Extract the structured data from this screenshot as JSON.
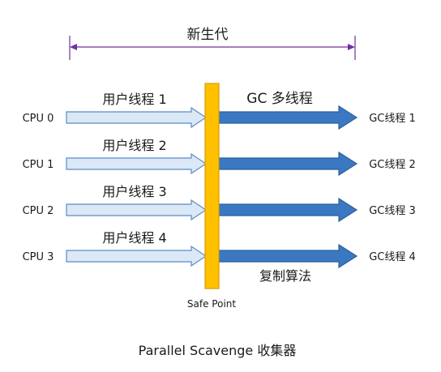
{
  "title": "Parallel Scavenge 收集器",
  "region_label": "新生代",
  "safe_point_label": "Safe Point",
  "gc_label": "GC 多线程",
  "copy_label": "复制算法",
  "cpus": [
    "CPU 0",
    "CPU 1",
    "CPU 2",
    "CPU 3"
  ],
  "user_threads": [
    "用户线程 1",
    "用户线程 2",
    "用户线程 3",
    "用户线程 4"
  ],
  "gc_threads": [
    "GC线程 1",
    "GC线程 2",
    "GC线程 3",
    "GC线程 4"
  ],
  "colors": {
    "user_arrow_fill": "#dbe8f6",
    "user_arrow_stroke": "#5b8bc7",
    "gc_arrow_fill": "#3a78c2",
    "gc_arrow_stroke": "#2e5f9c",
    "safe_point_fill": "#ffc000",
    "safe_point_stroke": "#d89c00",
    "region_line": "#7030a0"
  }
}
